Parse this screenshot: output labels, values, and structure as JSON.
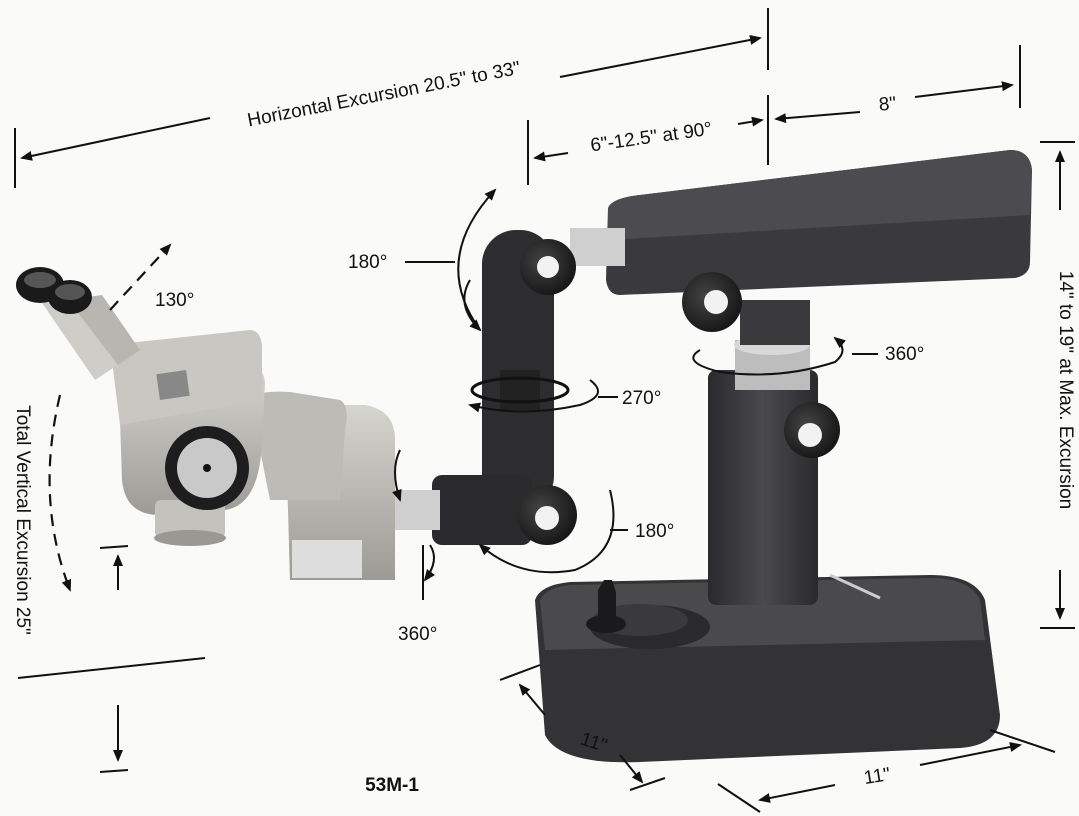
{
  "labels": {
    "horizontal_excursion": "Horizontal Excursion 20.5\" to 33\"",
    "arm_reach": "6\"-12.5\" at 90°",
    "width_8": "8\"",
    "vertical_max": "14\" to 19\" at Max. Excursion",
    "total_vertical": "Total Vertical Excursion 25\"",
    "angle_130": "130°",
    "angle_180_top": "180°",
    "angle_270": "270°",
    "angle_360_right": "360°",
    "angle_180_bottom": "180°",
    "angle_360_bottom": "360°",
    "base_depth": "11\"",
    "base_width": "11\"",
    "model": "53M-1"
  },
  "colors": {
    "stand_body": "#3c3c3f",
    "eyepiece_body": "#b9b7b2",
    "knob": "#1c1c1e",
    "background": "#fafaf8"
  }
}
